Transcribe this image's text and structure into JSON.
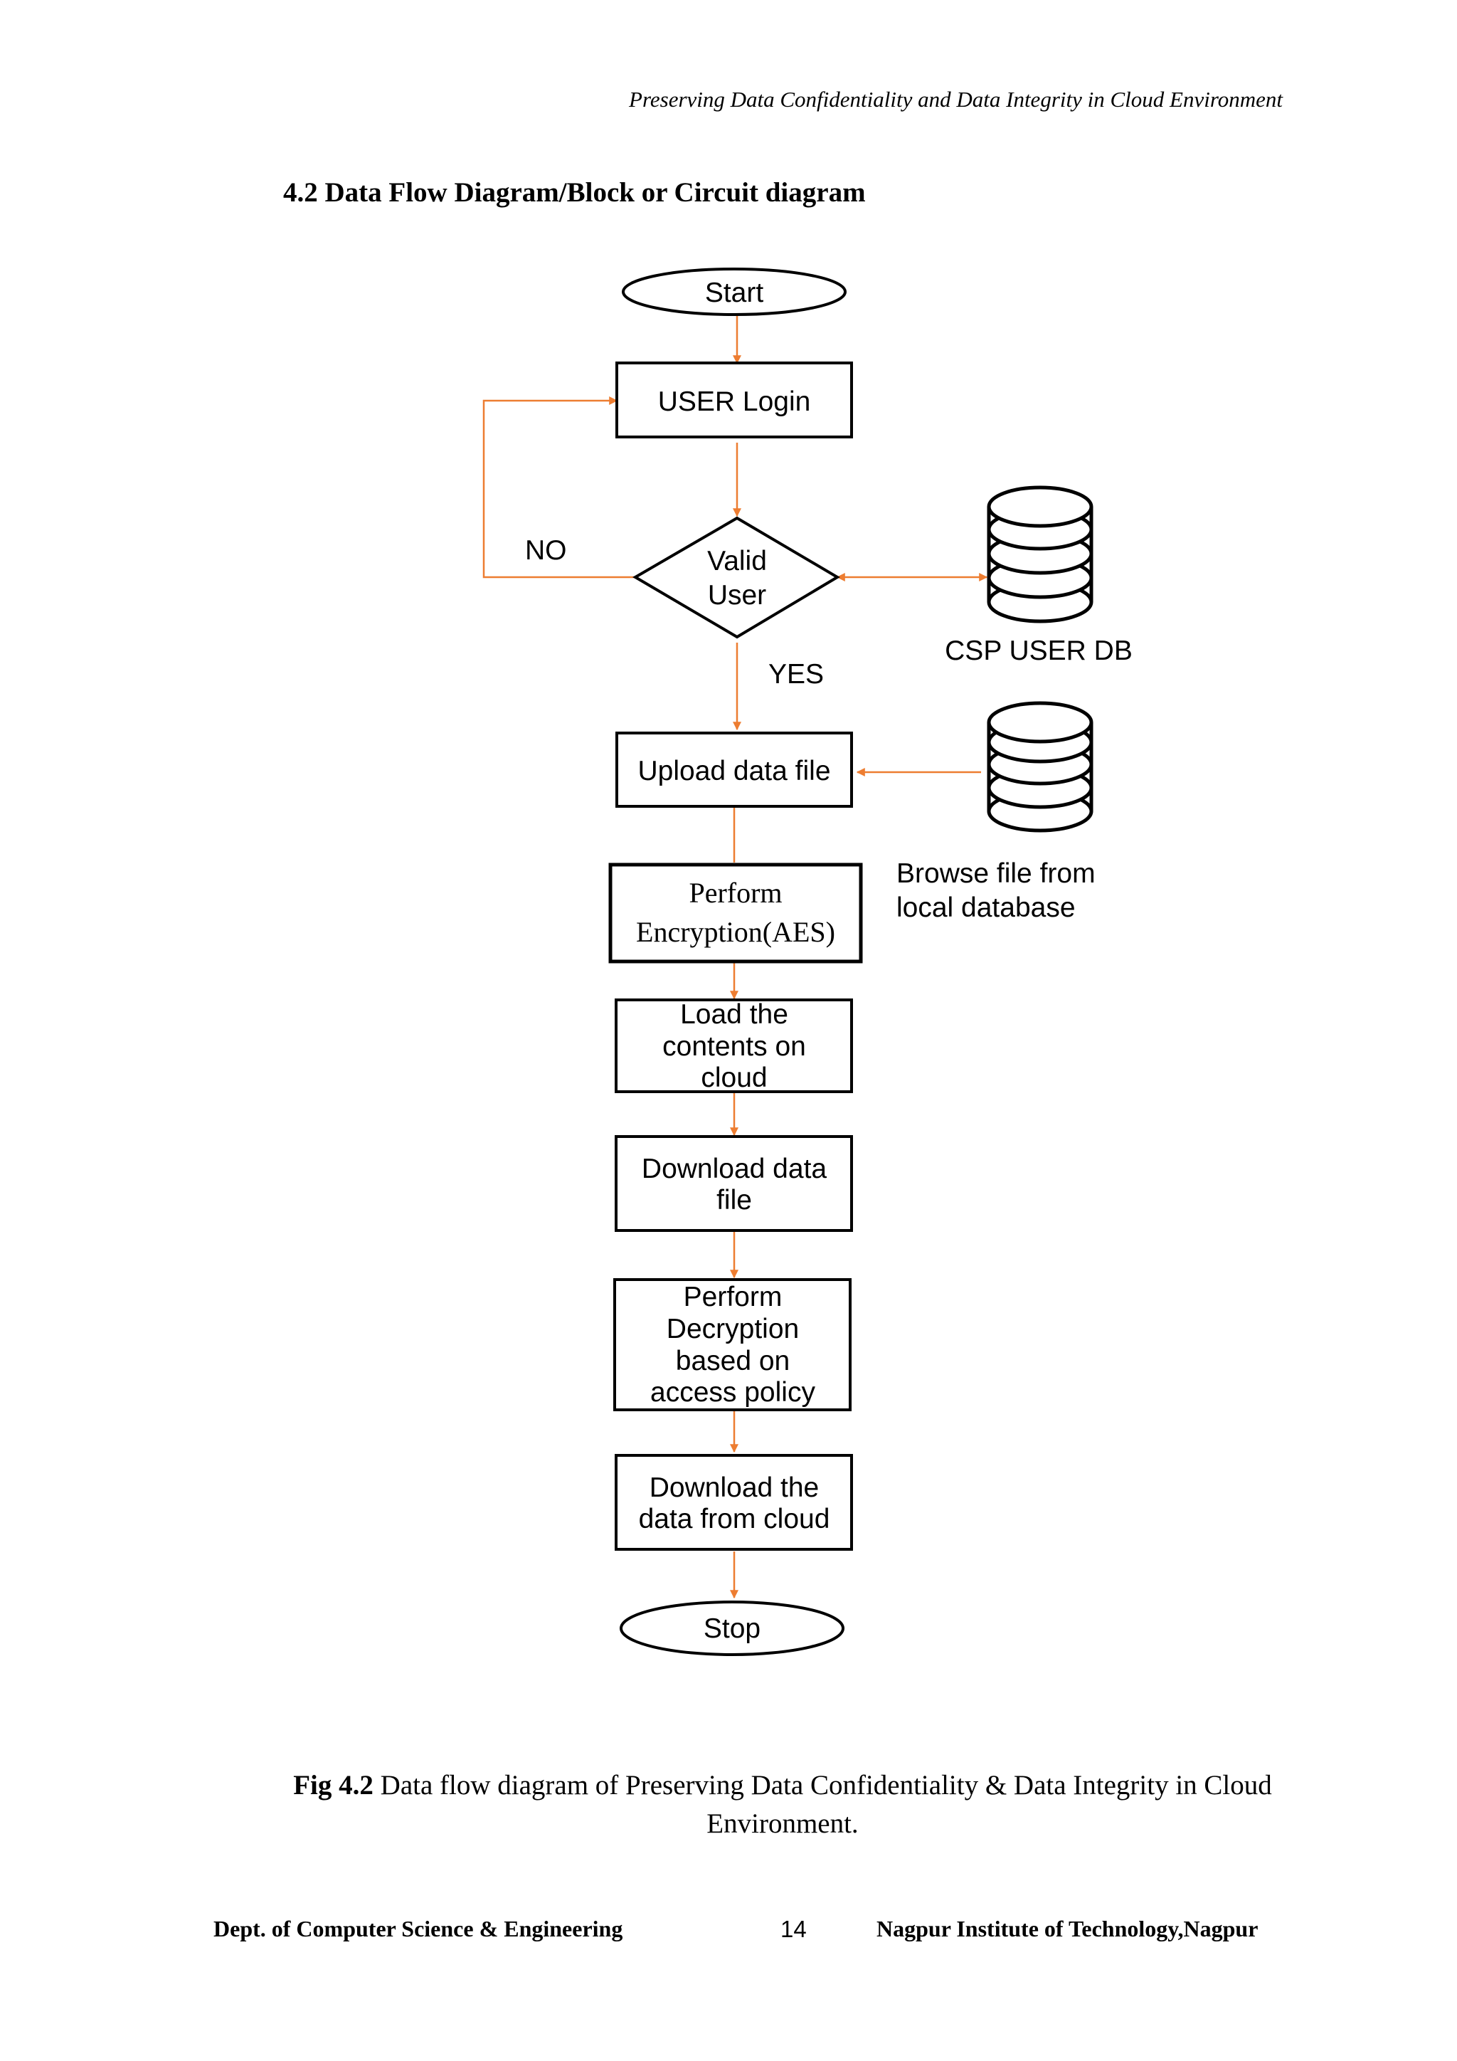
{
  "header": {
    "running_title": "Preserving Data Confidentiality and Data Integrity in Cloud Environment"
  },
  "section": {
    "heading": "4.2 Data Flow Diagram/Block or Circuit diagram"
  },
  "flowchart": {
    "start": "Start",
    "user_login": "USER Login",
    "decision_line1": "Valid",
    "decision_line2": "User",
    "no_label": "NO",
    "yes_label": "YES",
    "csp_db_label": "CSP USER DB",
    "upload": "Upload data file",
    "browse_line1": "Browse file from",
    "browse_line2": "local database",
    "encrypt_line1": "Perform",
    "encrypt_line2": "Encryption(AES)",
    "load_line1": "Load the",
    "load_line2": "contents on",
    "load_line3": "cloud",
    "download_line1": "Download data",
    "download_line2": "file",
    "decrypt_line1": "Perform",
    "decrypt_line2": "Decryption",
    "decrypt_line3": "based on",
    "decrypt_line4": "access policy",
    "download_cloud_line1": "Download the",
    "download_cloud_line2": "data from cloud",
    "stop": "Stop",
    "arrow_color": "#ed7d31"
  },
  "caption": {
    "label": "Fig 4.2",
    "text": " Data flow diagram of Preserving Data Confidentiality & Data Integrity in Cloud Environment."
  },
  "footer": {
    "left": "Dept. of Computer Science & Engineering",
    "page_number": "14",
    "right": "Nagpur Institute of Technology,Nagpur"
  }
}
